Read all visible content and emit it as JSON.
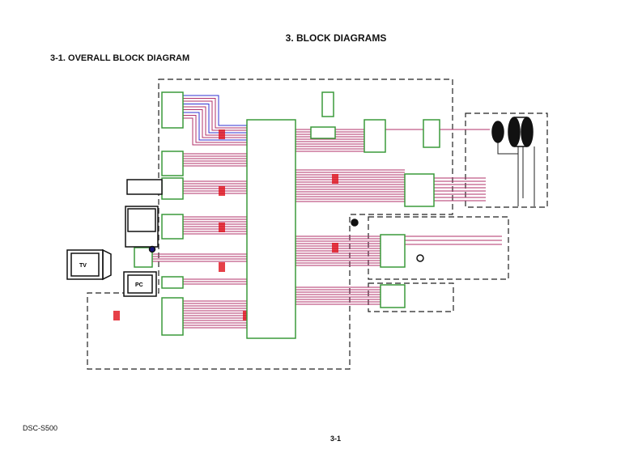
{
  "header": {
    "title": "3. BLOCK DIAGRAMS",
    "subtitle": "3-1.    OVERALL BLOCK DIAGRAM"
  },
  "diagram": {
    "external_devices": {
      "tv": "TV",
      "pc": "PC"
    },
    "colors": {
      "ic_outline": "#3a9a3a",
      "bus_line": "#b0306a",
      "signal_label": "#e0101a",
      "bus_highlight": "#3030d0",
      "boundary": "#222222"
    }
  },
  "footer": {
    "model": "DSC-S500",
    "page_number": "3-1"
  }
}
